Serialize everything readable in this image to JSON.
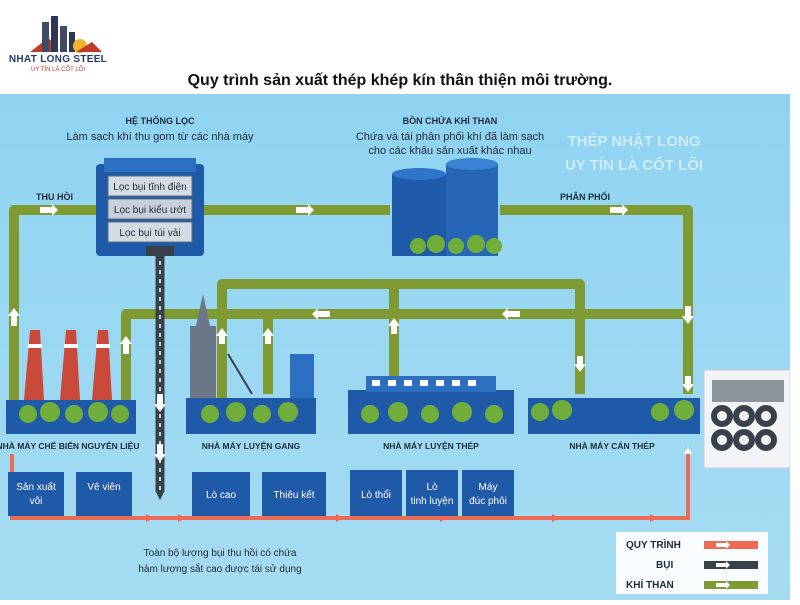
{
  "header": {
    "brand_name": "NHAT LONG STEEL",
    "brand_tagline": "UY TÍN LÀ CỐT LÕI",
    "title": "Quy trình sản xuất thép khép kín thân thiện môi trường."
  },
  "filter_system": {
    "title": "HỆ THỐNG LỌC",
    "subtitle": "Làm sạch khí thu gom từ các nhà máy",
    "steps": [
      "Lọc bụi tĩnh điện",
      "Lọc bụi kiểu ướt",
      "Lọc bụi túi vải"
    ]
  },
  "gas_tank": {
    "title": "BỒN CHỨA KHÍ THAN",
    "line1": "Chứa và tái phân phối khí đã làm sạch",
    "line2": "cho các khâu sản xuất khác nhau"
  },
  "watermark": {
    "line1": "THÉP NHẬT LONG",
    "line2": "UY TÍN LÀ CỐT LÕI"
  },
  "flow_labels": {
    "collect": "THU HỒI",
    "distribute": "PHÂN PHỐI"
  },
  "plants": [
    "NHÀ MÁY CHẾ BIẾN NGUYÊN LIỆU",
    "NHÀ MÁY LUYỆN GANG",
    "NHÀ MÁY LUYỆN THÉP",
    "NHÀ MÁY CÁN THÉP"
  ],
  "process_boxes": [
    [
      "Sản xuất",
      "vôi"
    ],
    [
      "Vê viên"
    ],
    [
      "Lò cao"
    ],
    [
      "Thiêu kết"
    ],
    [
      "Lò thổi"
    ],
    [
      "Lò",
      "tinh luyện"
    ],
    [
      "Máy",
      "đúc phôi"
    ]
  ],
  "dust_note": {
    "line1": "Toàn bộ lượng bụi thu hồi có chứa",
    "line2": "hàm lượng sắt cao được tái sử dụng"
  },
  "legend": [
    {
      "label": "QUY TRÌNH",
      "color": "#ee6a55"
    },
    {
      "label": "BỤI",
      "color": "#38404a"
    },
    {
      "label": "KHÍ THAN",
      "color": "#7f9a32"
    }
  ],
  "colors": {
    "gas_pipe": "#7f9a32",
    "dust_pipe": "#38404a",
    "process_flow": "#ee6a55",
    "building": "#1f5aa8",
    "background": "#8ed0ee"
  }
}
